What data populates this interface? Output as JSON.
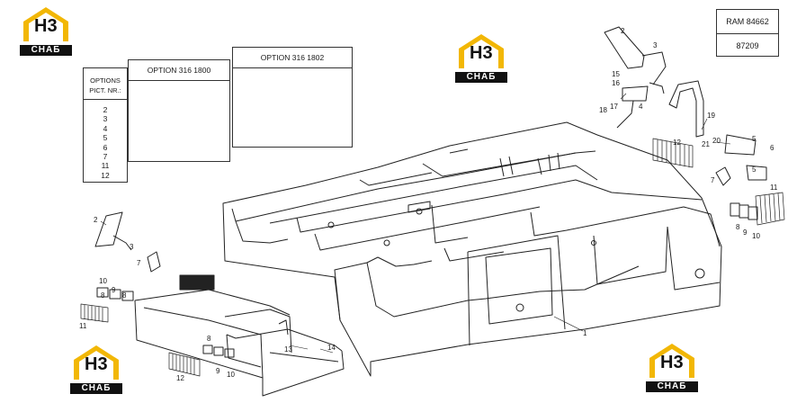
{
  "reference": {
    "ram": "RAM 84662",
    "code": "87209"
  },
  "brand": {
    "logo_letters": "H3",
    "logo_word": "СНАБ",
    "accent_color": "#f2b705",
    "dark_color": "#111111"
  },
  "options_table": {
    "header_line1": "OPTIONS",
    "header_line2": "PICT. NR.:",
    "items": [
      "2",
      "3",
      "4",
      "5",
      "6",
      "7",
      "11",
      "12"
    ]
  },
  "option_panels": [
    {
      "title": "OPTION 316 1800"
    },
    {
      "title": "OPTION 316 1802"
    }
  ],
  "callouts": {
    "c1": "1",
    "c2a": "2",
    "c2b": "2",
    "c3a": "3",
    "c3b": "3",
    "c4": "4",
    "c5a": "5",
    "c5b": "5",
    "c6": "6",
    "c7a": "7",
    "c7b": "7",
    "c8a": "8",
    "c8b": "8",
    "c8c": "8",
    "c8d": "8",
    "c9a": "9",
    "c9b": "9",
    "c9c": "9",
    "c10a": "10",
    "c10b": "10",
    "c10c": "10",
    "c11a": "11",
    "c11b": "11",
    "c12a": "12",
    "c12b": "12",
    "c13": "13",
    "c14": "14",
    "c15": "15",
    "c16": "16",
    "c17": "17",
    "c18": "18",
    "c19": "19",
    "c20": "20",
    "c21": "21"
  }
}
